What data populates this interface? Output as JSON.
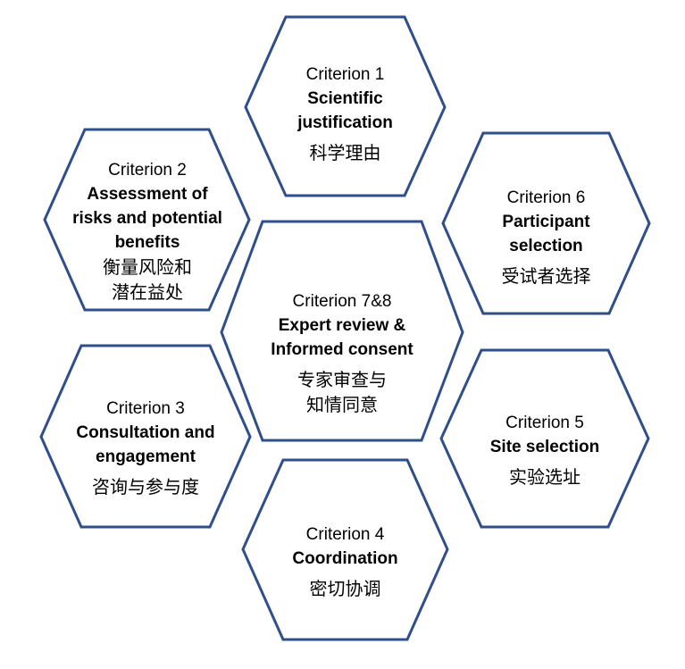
{
  "colors": {
    "hexagon_border": "#2E4F8A",
    "hexagon_fill": "#FFFFFF",
    "text": "#000000"
  },
  "hexagons": [
    {
      "id": "criterion-1",
      "criterion": "Criterion 1",
      "title_lines": [
        "Scientific",
        "justification"
      ],
      "chinese_lines": [
        "科学理由"
      ]
    },
    {
      "id": "criterion-2",
      "criterion": "Criterion 2",
      "title_lines": [
        "Assessment of",
        "risks and potential",
        "benefits"
      ],
      "chinese_lines": [
        "衡量风险和",
        "潜在益处"
      ]
    },
    {
      "id": "criterion-6",
      "criterion": "Criterion 6",
      "title_lines": [
        "Participant",
        "selection"
      ],
      "chinese_lines": [
        "受试者选择"
      ]
    },
    {
      "id": "criterion-7-8",
      "criterion": "Criterion 7&8",
      "title_lines": [
        "Expert review &",
        "Informed consent"
      ],
      "chinese_lines": [
        "专家审查与",
        "知情同意"
      ]
    },
    {
      "id": "criterion-3",
      "criterion": "Criterion 3",
      "title_lines": [
        "Consultation and",
        "engagement"
      ],
      "chinese_lines": [
        "咨询与参与度"
      ]
    },
    {
      "id": "criterion-5",
      "criterion": "Criterion 5",
      "title_lines": [
        "Site selection"
      ],
      "chinese_lines": [
        "实验选址"
      ]
    },
    {
      "id": "criterion-4",
      "criterion": "Criterion 4",
      "title_lines": [
        "Coordination"
      ],
      "chinese_lines": [
        "密切协调"
      ]
    }
  ]
}
